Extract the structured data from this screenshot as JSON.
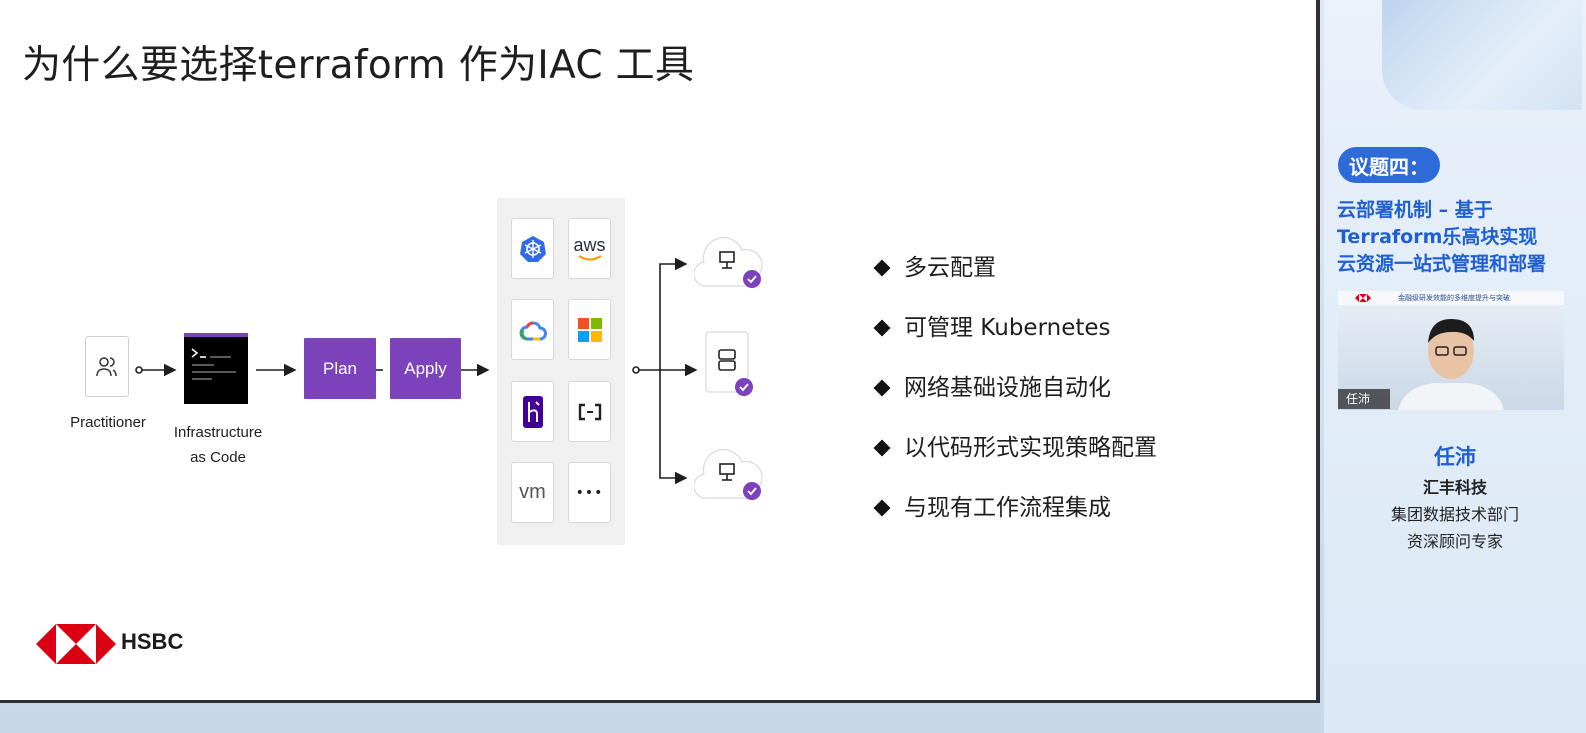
{
  "slide": {
    "title": "为什么要选择terraform 作为IAC 工具",
    "diagram": {
      "practitioner_label": "Practitioner",
      "iac_label_line1": "Infrastructure",
      "iac_label_line2": "as Code",
      "plan_label": "Plan",
      "apply_label": "Apply",
      "providers": [
        "kubernetes-icon",
        "aws-icon",
        "google-cloud-icon",
        "microsoft-icon",
        "heroku-icon",
        "alibaba-cloud-icon",
        "vmware-icon",
        "more-icon"
      ],
      "aws_text": "aws",
      "vm_text": "vm",
      "more_text": "•••"
    },
    "bullets": [
      "多云配置",
      "可管理 Kubernetes",
      "网络基础设施自动化",
      "以代码形式实现策略配置",
      "与现有工作流程集成"
    ],
    "logo_text": "HSBC",
    "accent_purple": "#7b42bc",
    "hsbc_red": "#db0011"
  },
  "side_panel": {
    "agenda_tag": "议题四：",
    "agenda_title_lines": [
      "云部署机制 – 基于",
      "Terraform乐高块实现",
      "云资源一站式管理和部署"
    ],
    "video_caption": "金融级研发效能的多维度提升与突破",
    "video_name_tag": "任沛",
    "speaker_name": "任沛",
    "speaker_company": "汇丰科技",
    "speaker_dept": "集团数据技术部门",
    "speaker_title": "资深顾问专家",
    "accent_blue": "#1f5fd1"
  }
}
